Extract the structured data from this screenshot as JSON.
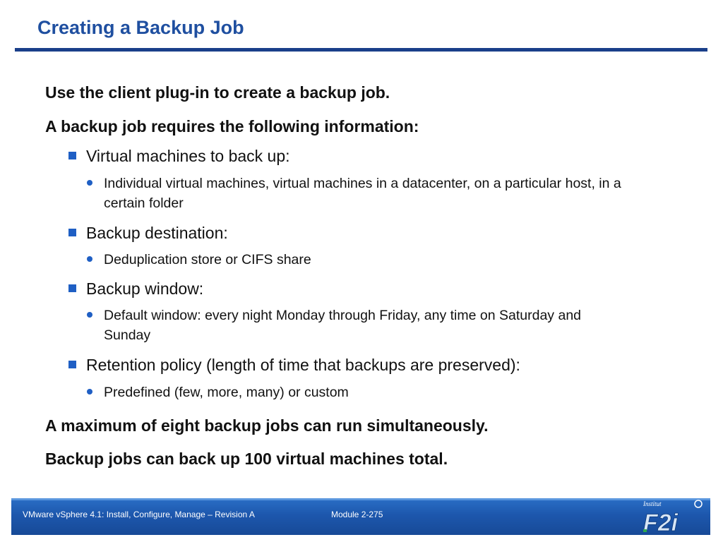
{
  "slide": {
    "title": "Creating a Backup Job",
    "points": [
      "Use the client plug-in to create a backup job.",
      "A backup job requires the following information:"
    ],
    "items": [
      {
        "label": "Virtual machines to back up:",
        "detail": "Individual virtual machines, virtual machines in a datacenter, on a particular host, in a certain folder"
      },
      {
        "label": "Backup destination:",
        "detail": "Deduplication store or CIFS share"
      },
      {
        "label": "Backup window:",
        "detail": "Default window: every night Monday through Friday, any time on Saturday and Sunday"
      },
      {
        "label": "Retention policy (length of time that backups are preserved):",
        "detail": "Predefined (few, more, many) or custom"
      }
    ],
    "closing": [
      "A maximum of eight backup jobs can run simultaneously.",
      "Backup jobs can back up 100 virtual machines total."
    ]
  },
  "footer": {
    "course": "VMware vSphere 4.1: Install, Configure, Manage – Revision A",
    "module": "Module 2-275",
    "logo_text": "F2i",
    "logo_tagline": "Institut"
  },
  "colors": {
    "title": "#1f4fa0",
    "rule": "#1a3f8a",
    "bullet": "#1f5fc4",
    "footer": "#1d57ad"
  }
}
